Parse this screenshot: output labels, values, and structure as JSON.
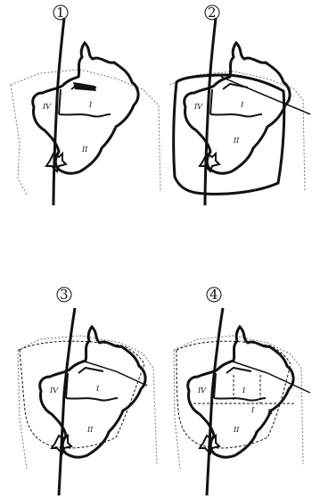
{
  "panels": [
    {
      "number": "1",
      "regions": [
        "I",
        "II",
        "IV"
      ],
      "extra_regions": []
    },
    {
      "number": "2",
      "regions": [
        "I",
        "II",
        "IV"
      ],
      "extra_regions": []
    },
    {
      "number": "3",
      "regions": [
        "I",
        "II",
        "IV"
      ],
      "extra_regions": []
    },
    {
      "number": "4",
      "regions": [
        "I",
        "II",
        "IV"
      ],
      "extra_regions": [
        "II",
        "I"
      ]
    }
  ]
}
